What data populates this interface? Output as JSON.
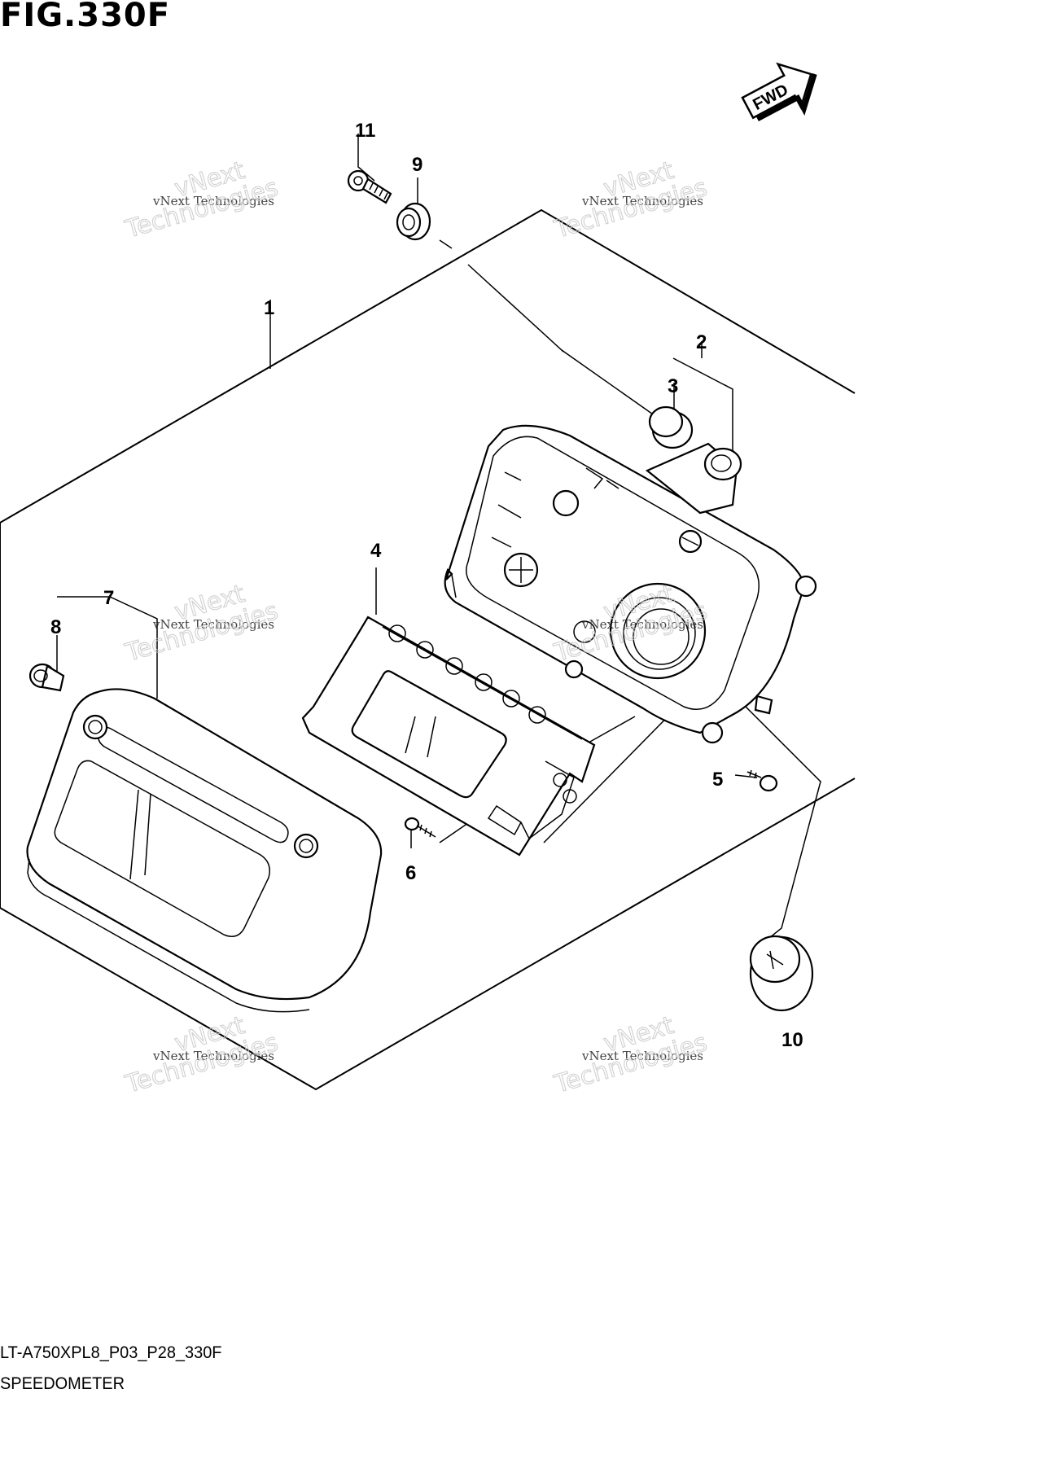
{
  "figure": {
    "title": "FIG.330F",
    "drawing_code": "LT-A750XPL8_P03_P28_330F",
    "section_name": "SPEEDOMETER",
    "direction_marker": "FWD"
  },
  "callouts": [
    {
      "id": "1",
      "label": "1"
    },
    {
      "id": "2",
      "label": "2"
    },
    {
      "id": "3",
      "label": "3"
    },
    {
      "id": "4",
      "label": "4"
    },
    {
      "id": "5",
      "label": "5"
    },
    {
      "id": "6",
      "label": "6"
    },
    {
      "id": "7",
      "label": "7"
    },
    {
      "id": "8",
      "label": "8"
    },
    {
      "id": "9",
      "label": "9"
    },
    {
      "id": "10",
      "label": "10"
    },
    {
      "id": "11",
      "label": "11"
    }
  ],
  "watermark": {
    "company": "vNext Technologies",
    "line1": "vNext",
    "line2": "Technologies"
  }
}
